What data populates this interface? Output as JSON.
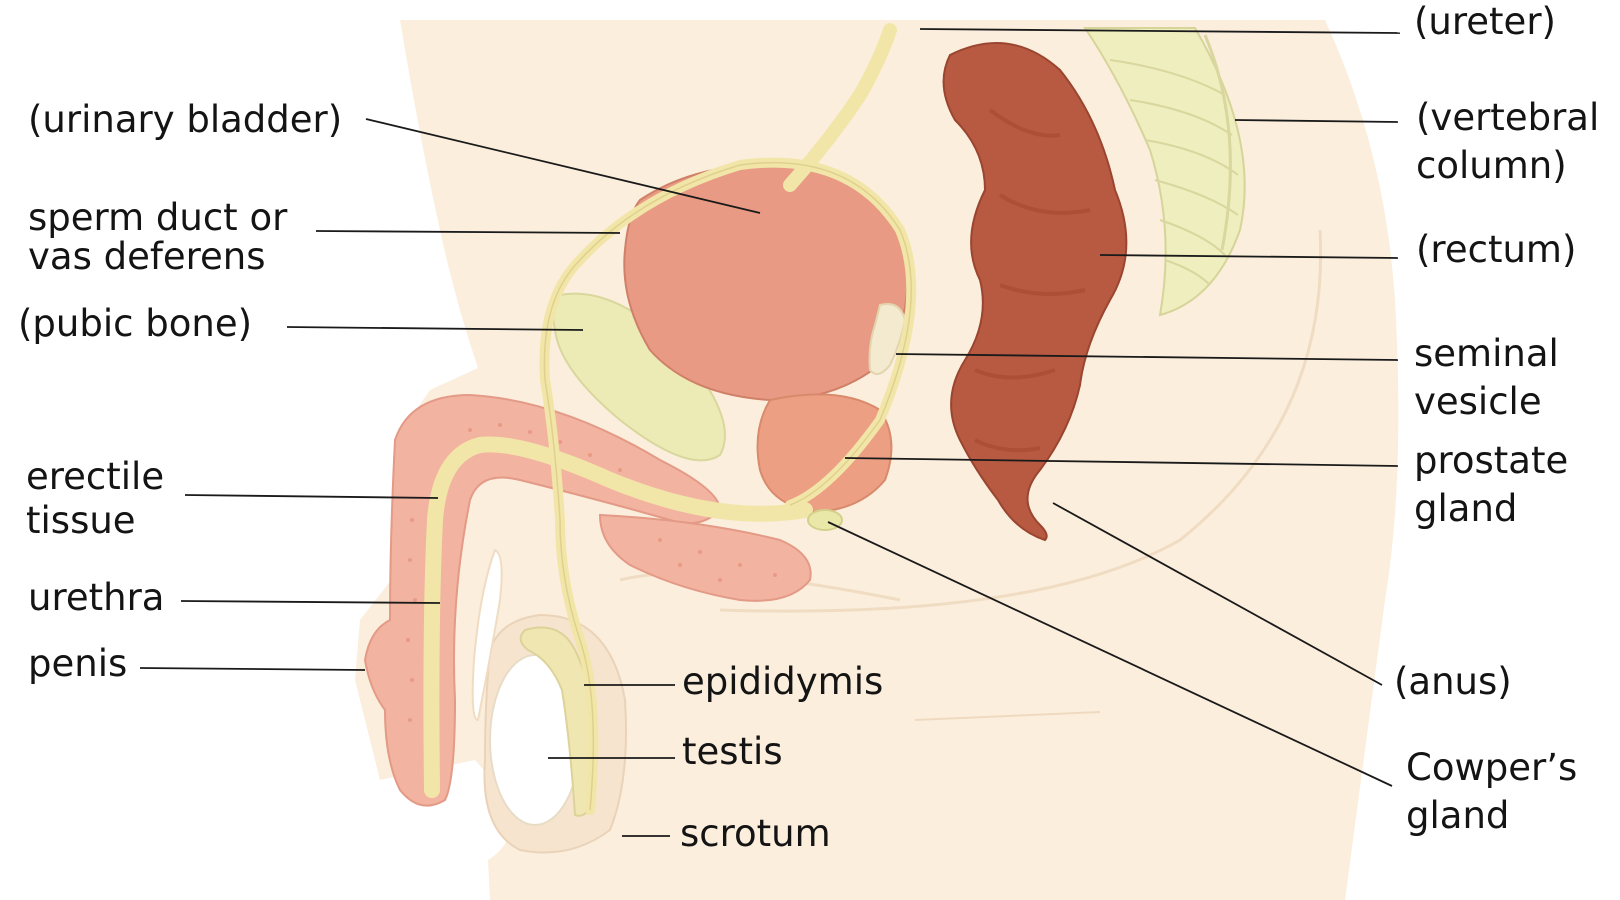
{
  "diagram": {
    "labels": {
      "ureter": {
        "lines": [
          "(ureter)"
        ]
      },
      "urinary_bladder": {
        "lines": [
          "(urinary bladder)"
        ]
      },
      "vertebral_column": {
        "lines": [
          "(vertebral",
          "column)"
        ]
      },
      "sperm_duct": {
        "lines": [
          "sperm duct or",
          "vas deferens"
        ]
      },
      "rectum": {
        "lines": [
          "(rectum)"
        ]
      },
      "pubic_bone": {
        "lines": [
          "(pubic bone)"
        ]
      },
      "seminal_vesicle": {
        "lines": [
          "seminal",
          "vesicle"
        ]
      },
      "prostate_gland": {
        "lines": [
          "prostate",
          "gland"
        ]
      },
      "erectile_tissue": {
        "lines": [
          "erectile",
          "tissue"
        ]
      },
      "urethra": {
        "lines": [
          "urethra"
        ]
      },
      "penis": {
        "lines": [
          "penis"
        ]
      },
      "epididymis": {
        "lines": [
          "epididymis"
        ]
      },
      "anus": {
        "lines": [
          "(anus)"
        ]
      },
      "testis": {
        "lines": [
          "testis"
        ]
      },
      "cowpers_gland": {
        "lines": [
          "Cowper’s",
          "gland"
        ]
      },
      "scrotum": {
        "lines": [
          "scrotum"
        ]
      }
    },
    "colors": {
      "skin": "#fbeedd",
      "skin_shadow": "#f3dcc4",
      "bladder": "#e79a84",
      "prostate": "#eda488",
      "rectum": "#b5553e",
      "bone": "#ecebb4",
      "duct": "#f2e6a6",
      "penis_tissue": "#f2b4a0",
      "testis": "#ffffff",
      "leader_line": "#1a1a1a"
    }
  }
}
